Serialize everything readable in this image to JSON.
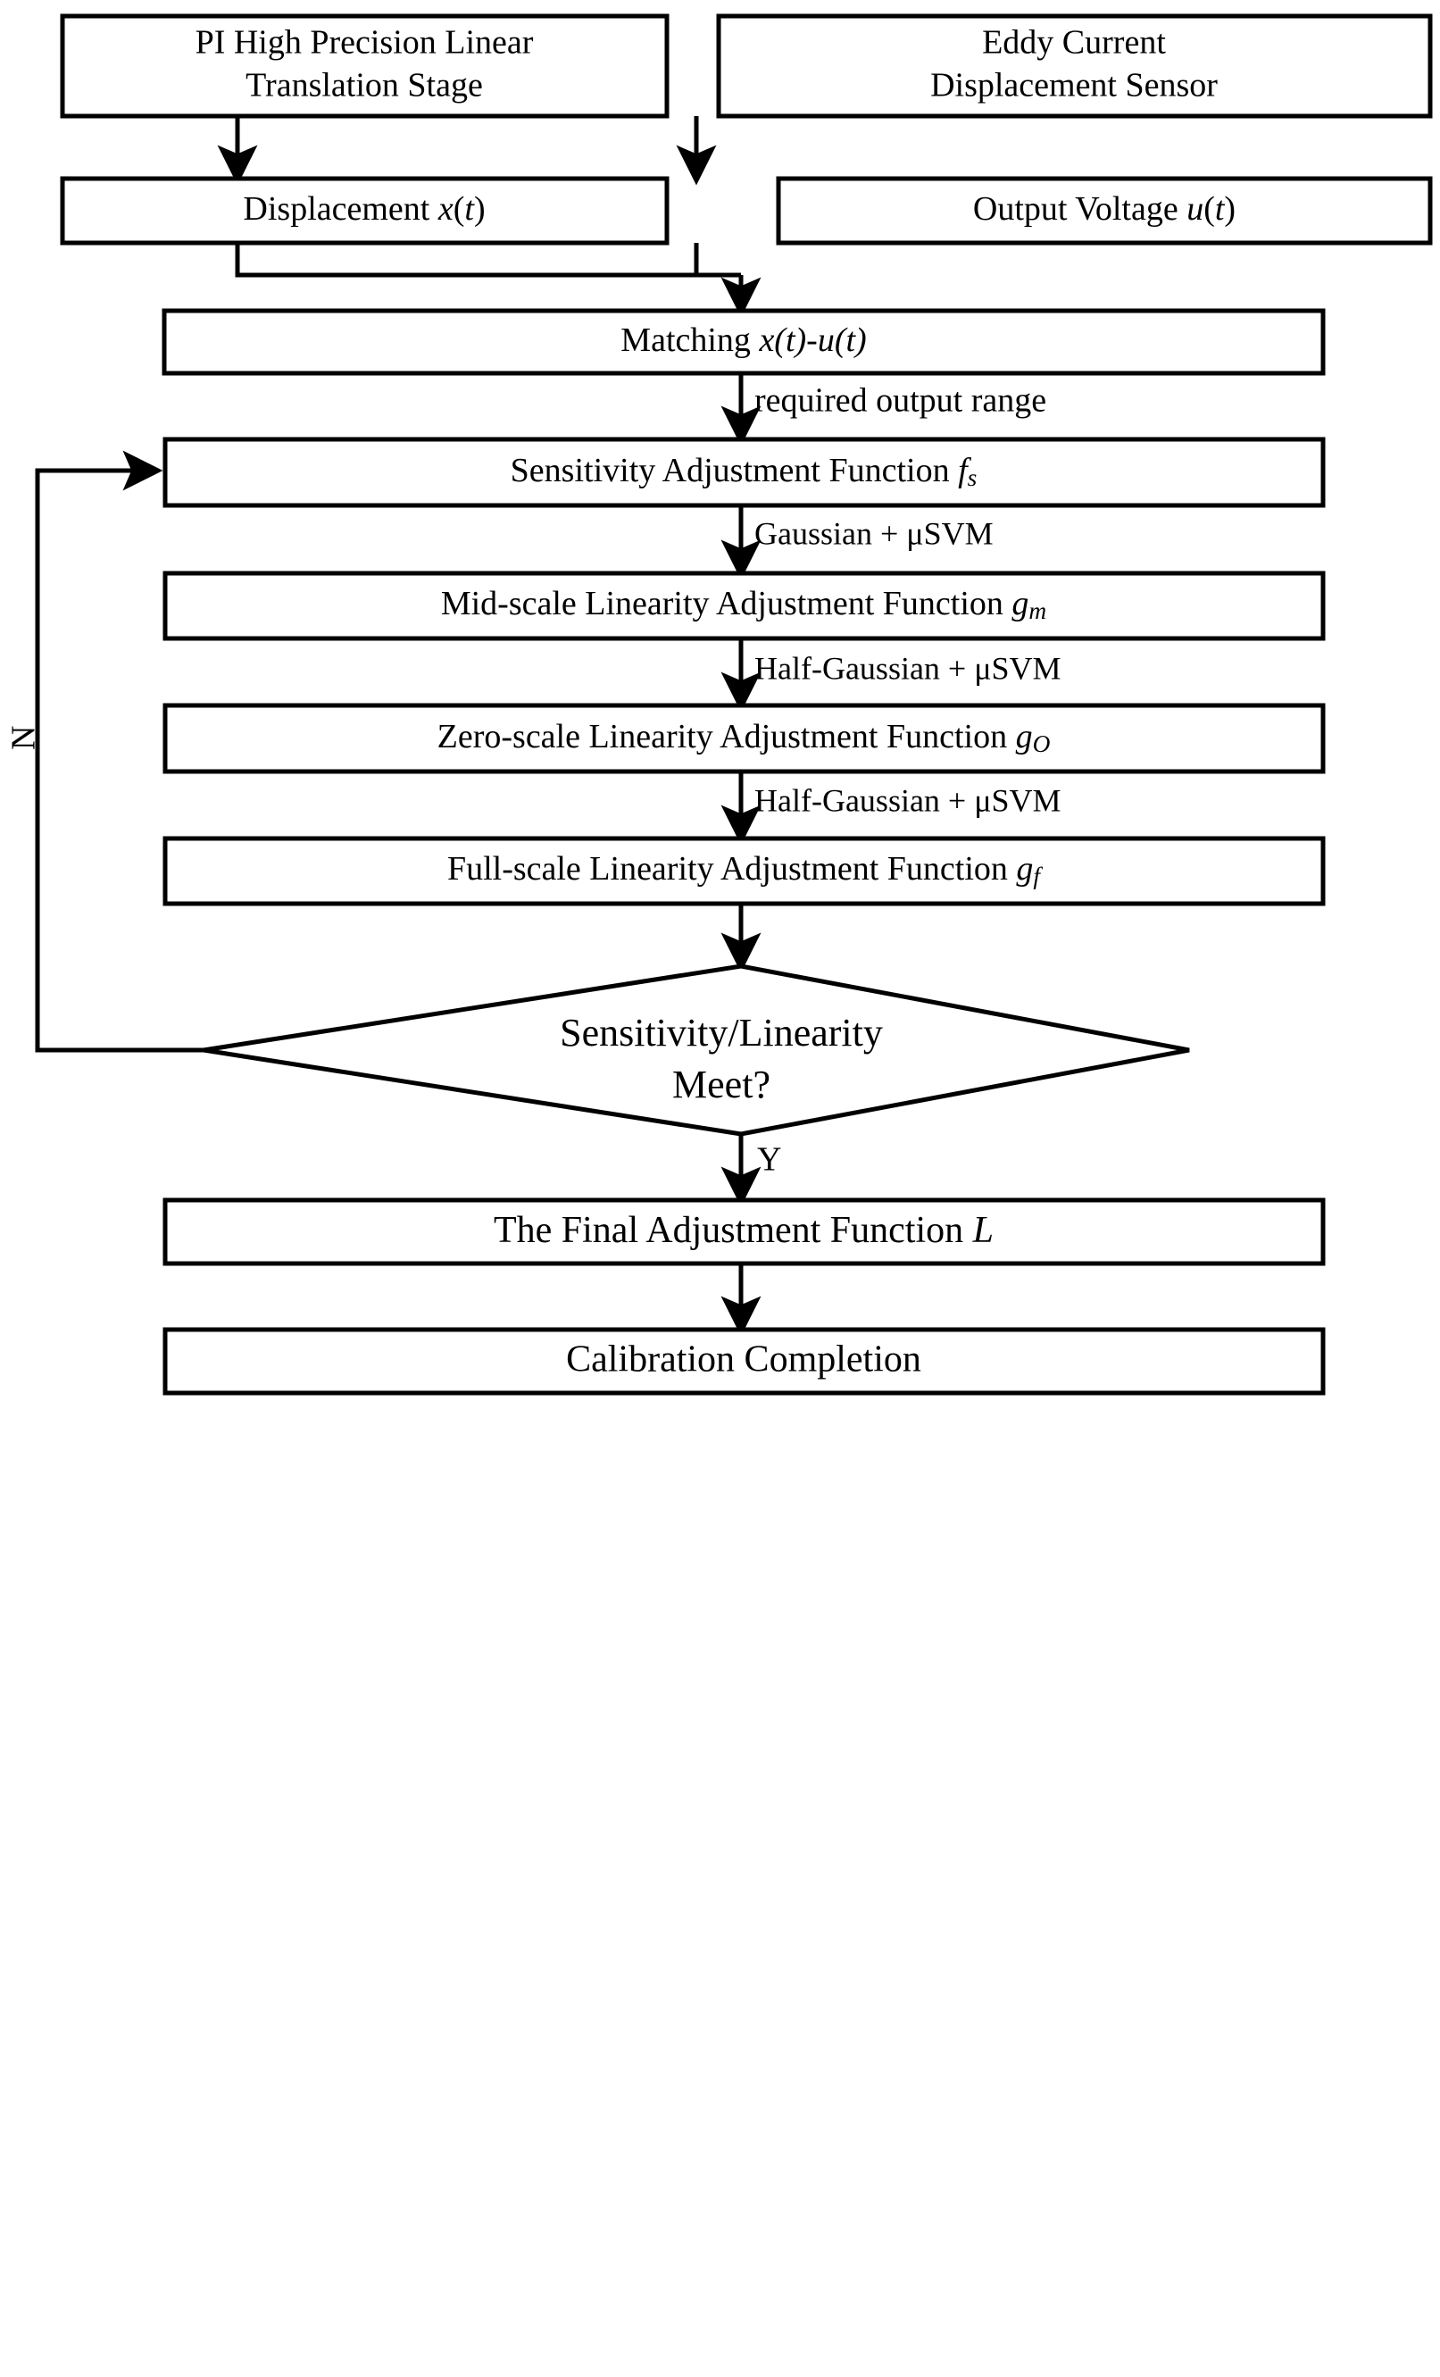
{
  "diagram": {
    "title": "Eddy Current Displacement Sensor Calibration Flowchart",
    "colors": {
      "background": "#ffffff",
      "stroke": "#000000",
      "text": "#000000",
      "fill": "#ffffff"
    },
    "nodes": [
      {
        "id": "pi-stage",
        "shape": "rectangle",
        "line1": "PI High Precision Linear",
        "line2": "Translation Stage"
      },
      {
        "id": "eddy-sensor",
        "shape": "rectangle",
        "line1": "Eddy Current",
        "line2": "Displacement Sensor"
      },
      {
        "id": "displacement",
        "shape": "rectangle",
        "prefix": "Displacement ",
        "var": "x",
        "suffix_open": "(",
        "var2": "t",
        "suffix_close": ")"
      },
      {
        "id": "output-voltage",
        "shape": "rectangle",
        "prefix": "Output Voltage ",
        "var": "u",
        "suffix_open": "(",
        "var2": "t",
        "suffix_close": ")"
      },
      {
        "id": "matching",
        "shape": "rectangle",
        "prefix": "Matching ",
        "expr": "x(t)-u(t)"
      },
      {
        "id": "sensitivity-adjustment",
        "shape": "rectangle",
        "prefix": "Sensitivity Adjustment Function ",
        "sym": "f",
        "symsub": "s"
      },
      {
        "id": "mid-scale-linearity",
        "shape": "rectangle",
        "prefix": "Mid-scale Linearity Adjustment Function ",
        "sym": "g",
        "symsub": "m"
      },
      {
        "id": "zero-scale-linearity",
        "shape": "rectangle",
        "prefix": "Zero-scale Linearity Adjustment Function ",
        "sym": "g",
        "symsub": "O"
      },
      {
        "id": "full-scale-linearity",
        "shape": "rectangle",
        "prefix": "Full-scale Linearity Adjustment Function ",
        "sym": "g",
        "symsub": "f"
      },
      {
        "id": "decision",
        "shape": "diamond",
        "line1": "Sensitivity/Linearity",
        "line2": "Meet?"
      },
      {
        "id": "final-adjustment",
        "shape": "rectangle",
        "prefix": "The Final Adjustment Function ",
        "sym": "L",
        "symsub": ""
      },
      {
        "id": "calibration-completion",
        "shape": "rectangle",
        "line1": "Calibration Completion"
      }
    ],
    "edge_labels": {
      "required_output_range": "required output range",
      "gaussian_usvm": "Gaussian + μSVM",
      "half_gaussian_usvm_1": "Half-Gaussian + μSVM",
      "half_gaussian_usvm_2": "Half-Gaussian + μSVM",
      "yes": "Y",
      "no": "N"
    }
  }
}
